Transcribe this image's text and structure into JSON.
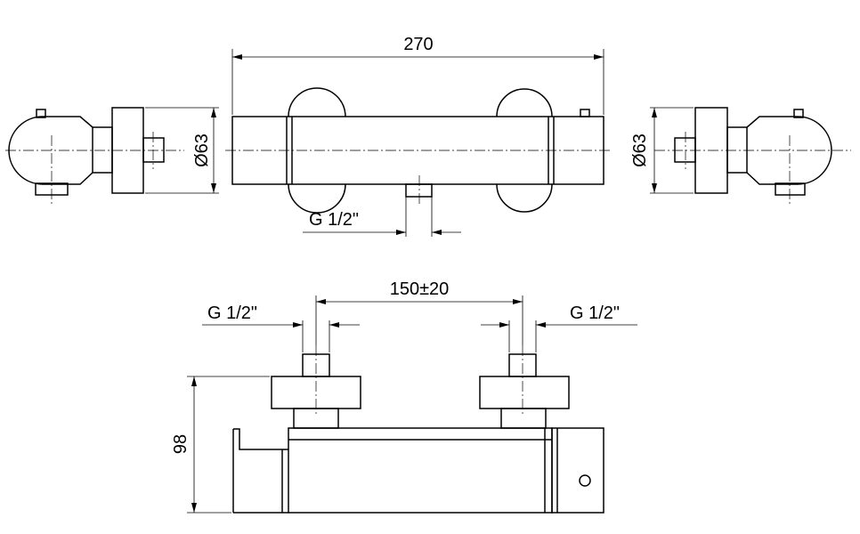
{
  "dimensions": {
    "overall_length": "270",
    "diameter_left": "Ø63",
    "diameter_right": "Ø63",
    "inlet_thread_top": "G 1/2\"",
    "center_distance": "150±20",
    "thread_left": "G 1/2\"",
    "thread_right": "G 1/2\"",
    "height": "98"
  }
}
